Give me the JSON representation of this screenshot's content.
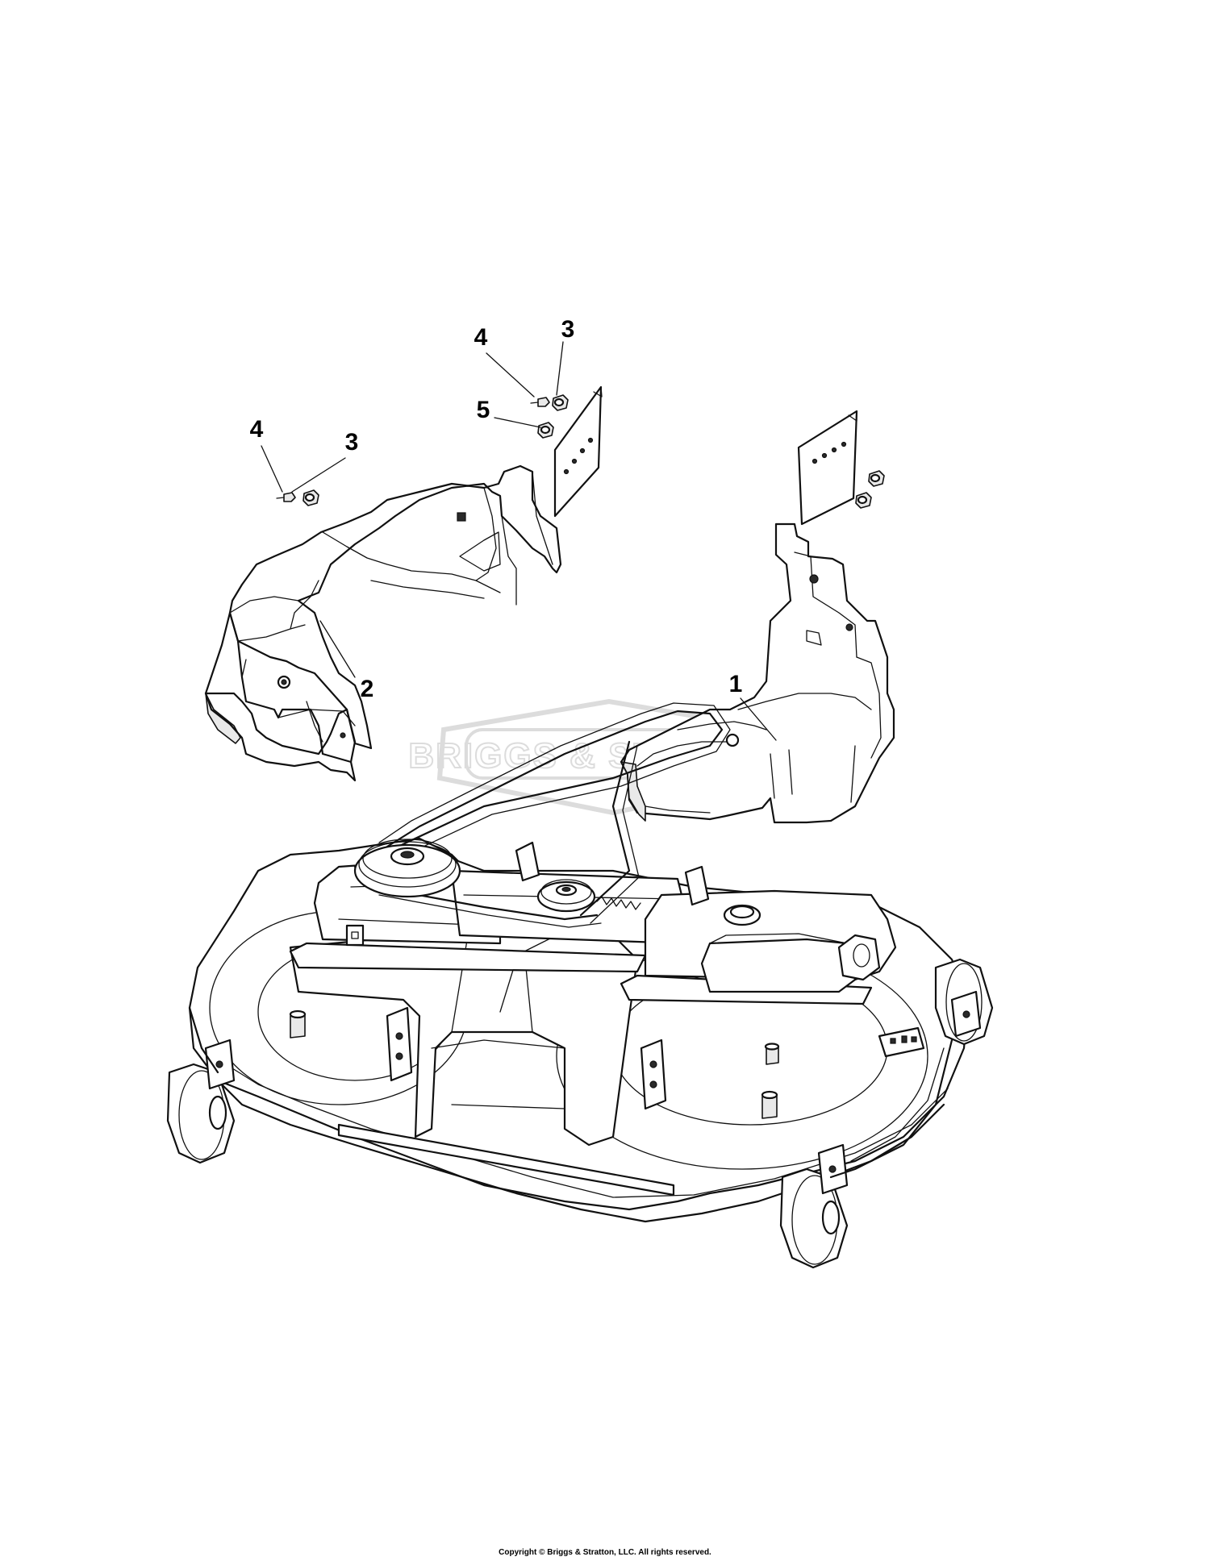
{
  "callouts": [
    {
      "id": "1",
      "label": "1"
    },
    {
      "id": "2",
      "label": "2"
    },
    {
      "id": "3a",
      "label": "3"
    },
    {
      "id": "3b",
      "label": "3"
    },
    {
      "id": "4a",
      "label": "4"
    },
    {
      "id": "4b",
      "label": "4"
    },
    {
      "id": "5",
      "label": "5"
    }
  ],
  "watermark": {
    "brand": "BRIGGS & STRATTON"
  },
  "footer": {
    "copyright": "Copyright © Briggs & Stratton, LLC. All rights reserved."
  }
}
